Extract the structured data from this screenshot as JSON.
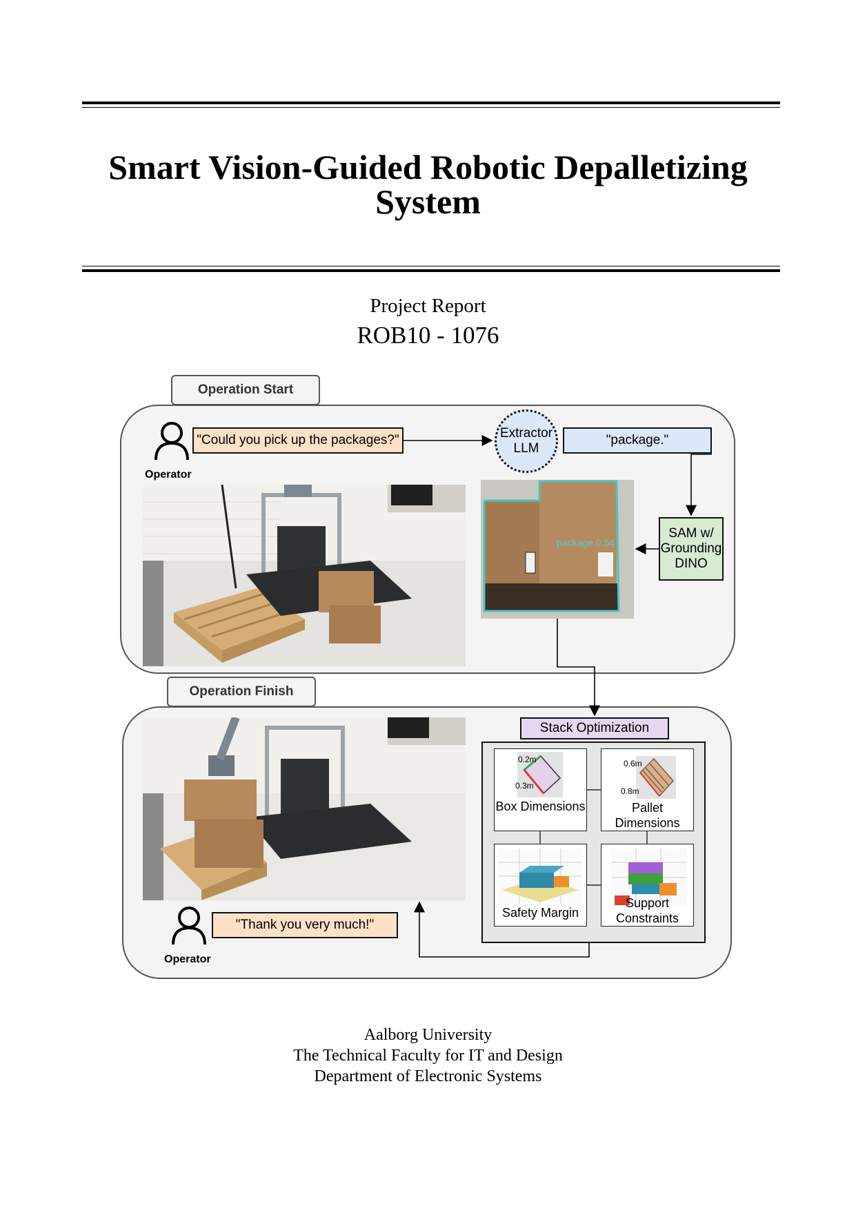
{
  "title": "Smart Vision-Guided Robotic Depalletizing System",
  "subtitle": {
    "line1": "Project Report",
    "line2": "ROB10 - 1076"
  },
  "figure": {
    "operation_start": "Operation Start",
    "operation_finish": "Operation Finish",
    "operator_label": "Operator",
    "user_request": "\"Could you pick up the packages?\"",
    "extractor": "Extractor LLM",
    "prompt_output": "\"package.\"",
    "sam": "SAM w/ Grounding DINO",
    "detection_label": "package 0.54",
    "stack_optimization": "Stack Optimization",
    "box_dimensions": "Box Dimensions",
    "box_dim_a": "0.2m",
    "box_dim_b": "0.3m",
    "pallet_dimensions": "Pallet Dimensions",
    "pallet_dim_a": "0.6m",
    "pallet_dim_b": "0.8m",
    "safety_margin": "Safety Margin",
    "support_constraints": "Support Constraints",
    "thanks": "\"Thank you very much!\""
  },
  "affiliation": {
    "line1": "Aalborg University",
    "line2": "The Technical Faculty for IT and Design",
    "line3": "Department of Electronic Systems"
  }
}
